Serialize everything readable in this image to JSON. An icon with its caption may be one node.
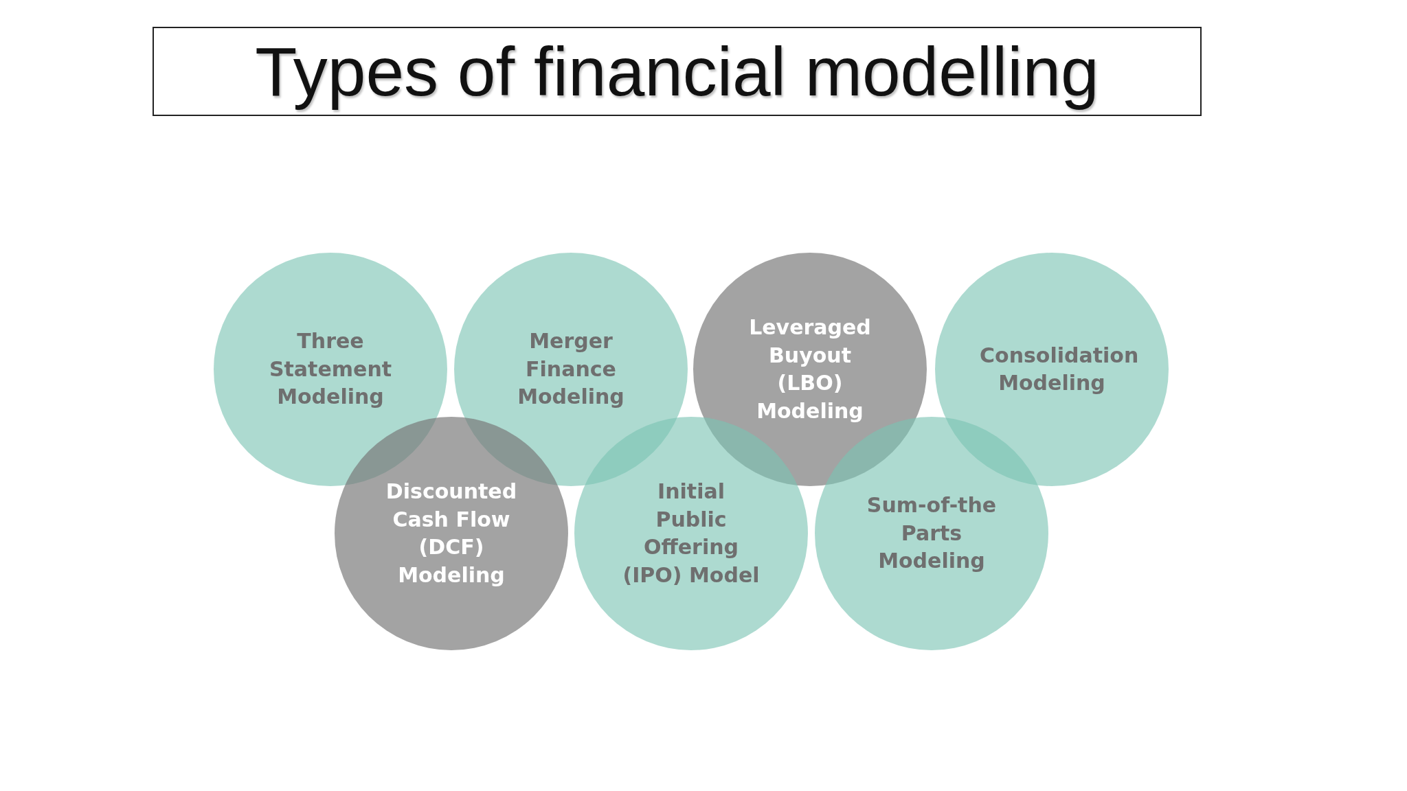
{
  "diagram": {
    "title": "Types of financial modelling",
    "nodes": [
      {
        "text": [
          "Three Statement Modeling"
        ]
      },
      {
        "text": [
          "Merger Finance Modeling"
        ]
      },
      {
        "text": [
          "Leveraged Buyout (LBO) Modeling"
        ]
      },
      {
        "text": [
          "Consolidation Modeling"
        ]
      },
      {
        "text": [
          "Discounted Cash Flow (DCF) Modeling"
        ]
      },
      {
        "text": [
          "Initial Public Offering (IPO) Model"
        ]
      },
      {
        "text": [
          "Sum-of-the Parts Modeling"
        ]
      }
    ],
    "edges": []
  }
}
